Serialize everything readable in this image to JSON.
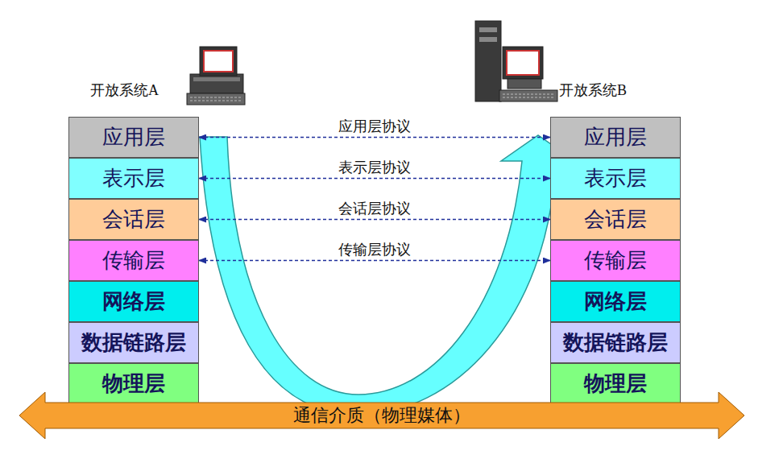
{
  "diagram": {
    "nodes": [
      {
        "text": [
          "应用层"
        ]
      },
      {
        "text": [
          "表示层"
        ]
      },
      {
        "text": [
          "会话层"
        ]
      },
      {
        "text": [
          "传输层"
        ]
      },
      {
        "text": [
          "网络层"
        ]
      },
      {
        "text": [
          "数据链路层"
        ]
      },
      {
        "text": [
          "物理层"
        ]
      },
      {
        "text": [
          "应用层"
        ]
      },
      {
        "text": [
          "表示层"
        ]
      },
      {
        "text": [
          "会话层"
        ]
      },
      {
        "text": [
          "传输层"
        ]
      },
      {
        "text": [
          "网络层"
        ]
      },
      {
        "text": [
          "数据链路层"
        ]
      },
      {
        "text": [
          "物理层"
        ]
      },
      {
        "text": [
          "通信介质（物理媒体）"
        ]
      }
    ],
    "edges": [
      {
        "from": 0,
        "to": 7,
        "label": "应用层协议",
        "arrow": "both"
      },
      {
        "from": 1,
        "to": 8,
        "label": "表示层协议",
        "arrow": "both"
      },
      {
        "from": 2,
        "to": 9,
        "label": "会话层协议",
        "arrow": "both"
      },
      {
        "from": 3,
        "to": 10,
        "label": "传输层协议",
        "arrow": "both"
      }
    ],
    "labels": [
      "开放系统A",
      "开放系统B"
    ]
  }
}
